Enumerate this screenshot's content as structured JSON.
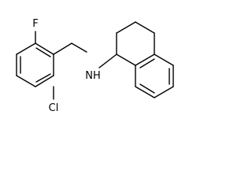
{
  "molecule": {
    "atoms": {
      "fluorine": "F",
      "chlorine": "Cl",
      "amine": "NH"
    },
    "colors": {
      "bond": "#000000",
      "label": "#000000",
      "background": "#ffffff"
    }
  }
}
